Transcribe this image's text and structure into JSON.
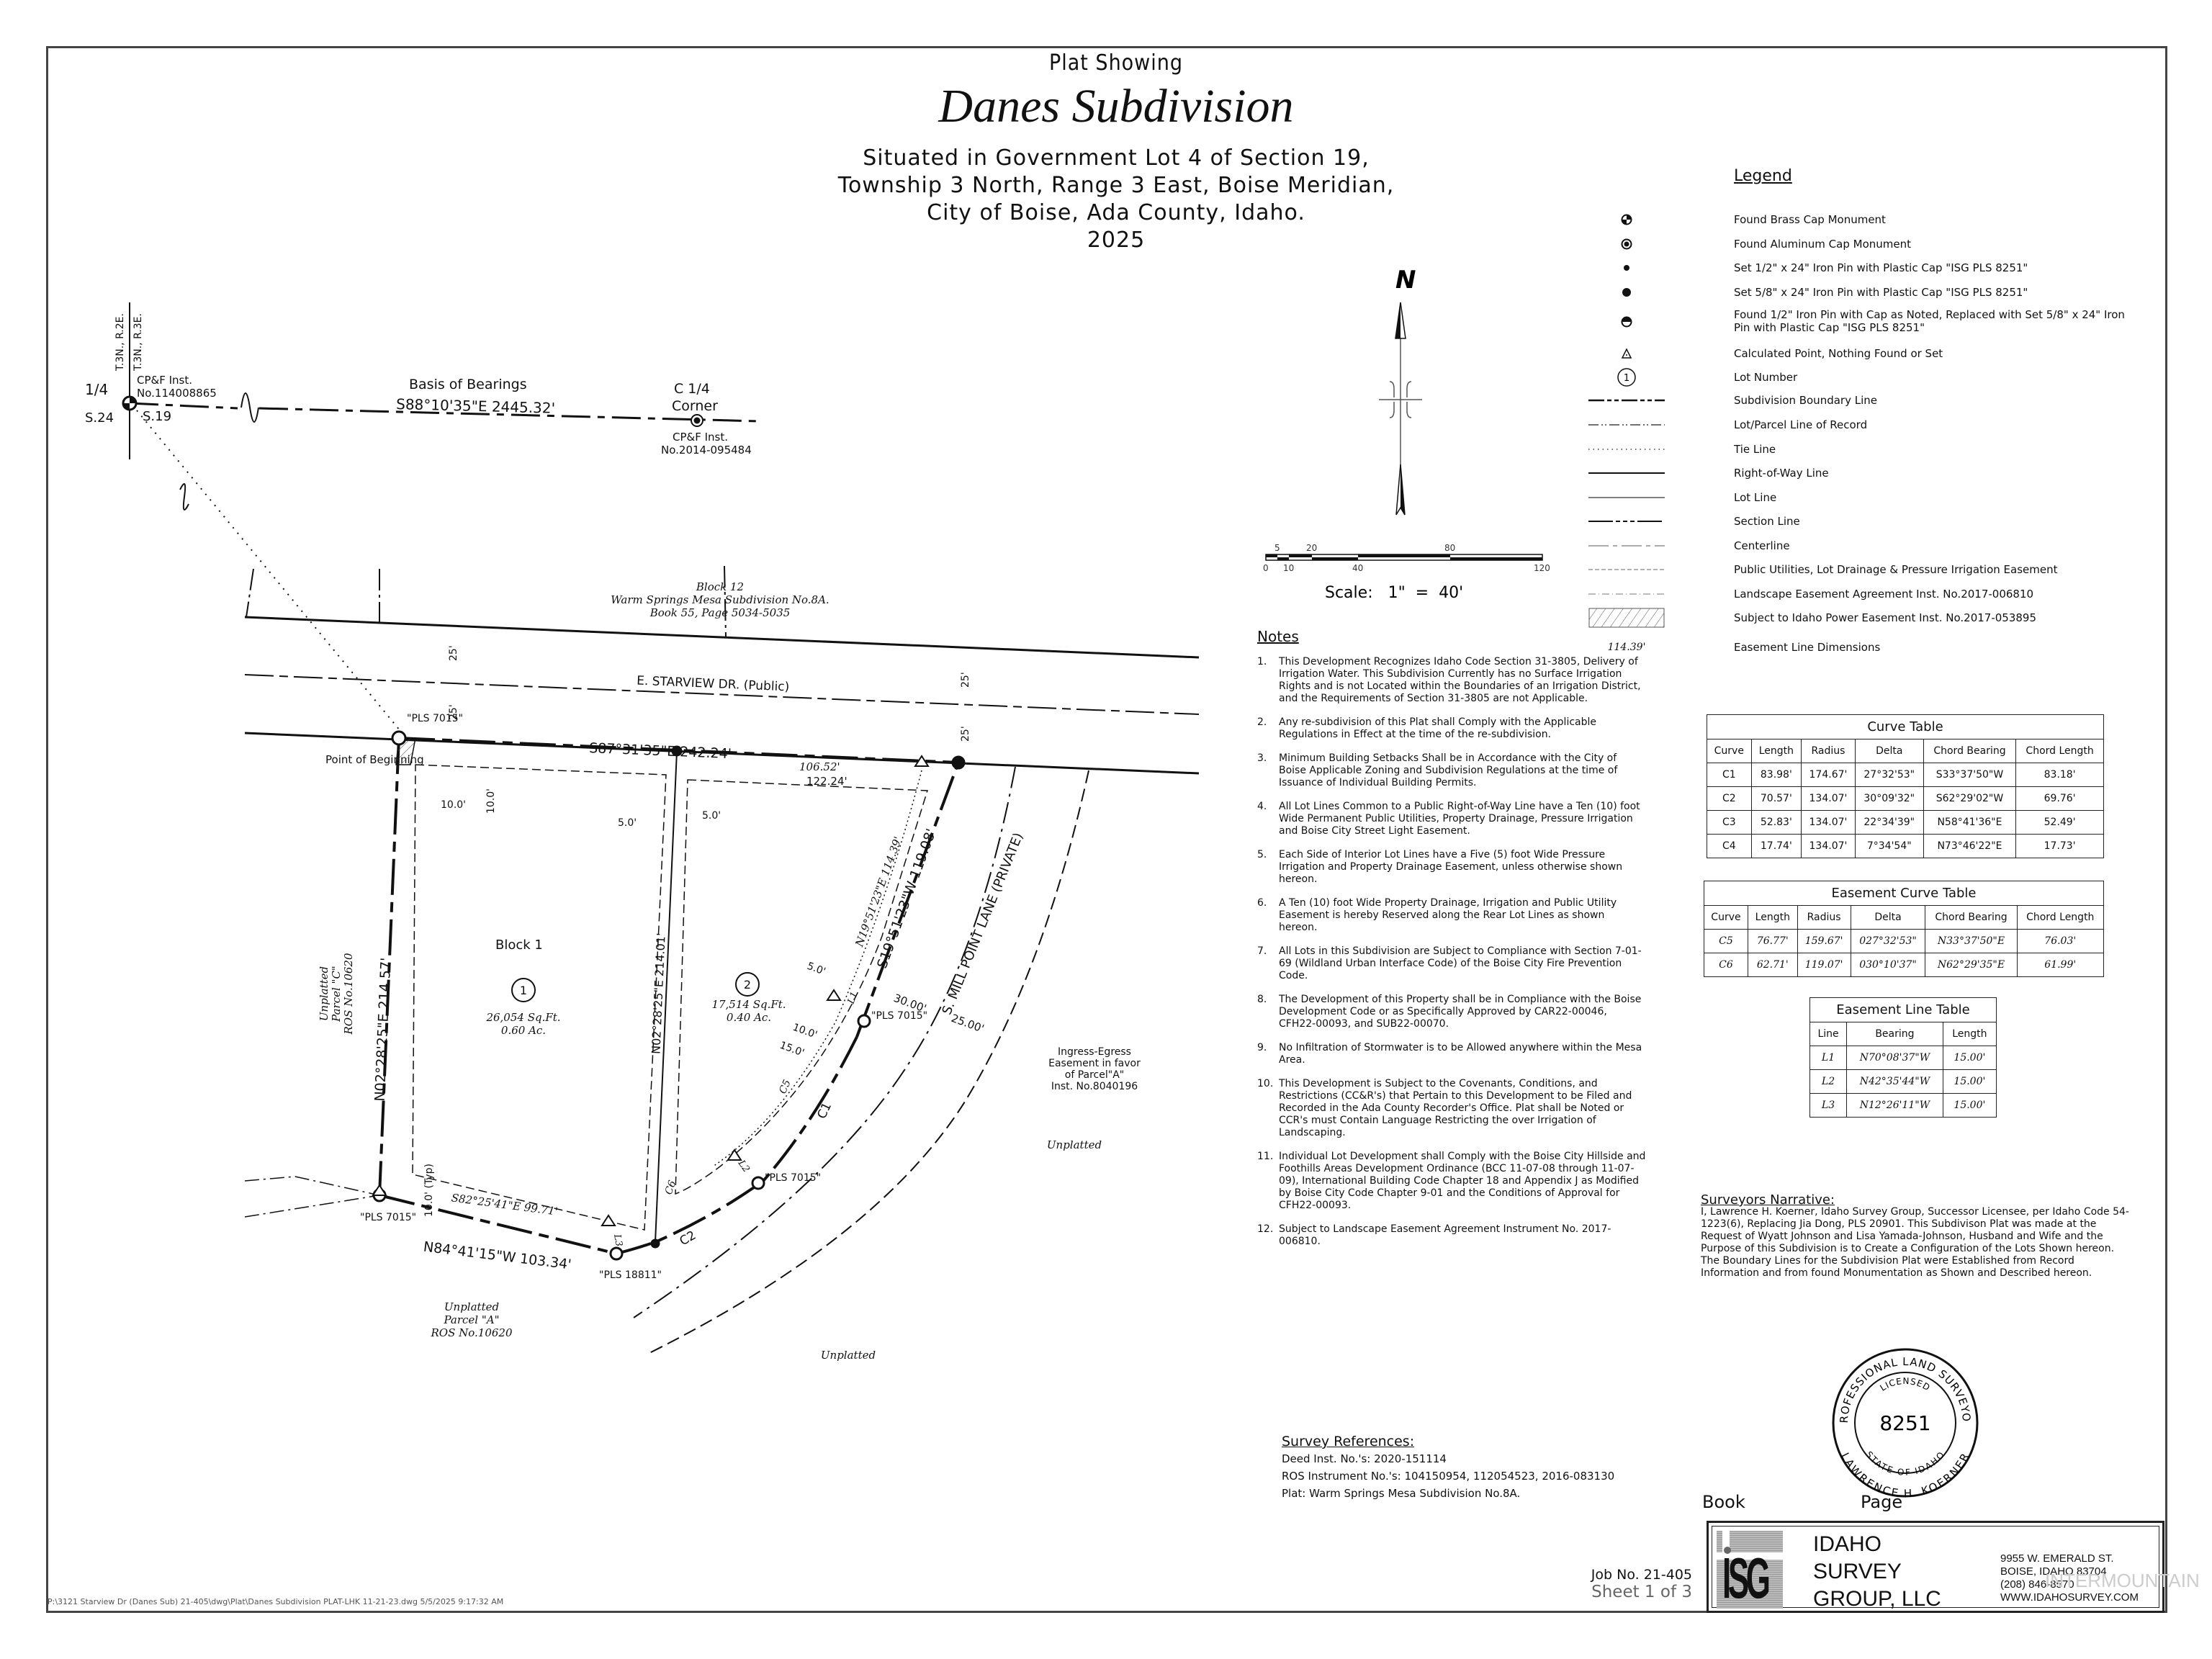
{
  "title": {
    "plat_showing": "Plat Showing",
    "subdivision_name": "Danes Subdivision",
    "situated_lines": [
      "Situated in Government Lot 4 of Section 19,",
      "Township 3 North, Range 3 East, Boise Meridian,",
      "City of Boise, Ada County, Idaho.",
      "2025"
    ]
  },
  "legend": {
    "title": "Legend",
    "items": [
      {
        "symbol": "brass-cap-monument",
        "label": "Found Brass Cap Monument"
      },
      {
        "symbol": "aluminum-cap-monument",
        "label": "Found Aluminum Cap Monument"
      },
      {
        "symbol": "set-half-inch-pin",
        "label": "Set 1/2\" x 24\" Iron Pin with Plastic Cap \"ISG PLS 8251\""
      },
      {
        "symbol": "set-five-eighths-pin",
        "label": "Set 5/8\" x 24\" Iron Pin with Plastic Cap \"ISG PLS 8251\""
      },
      {
        "symbol": "found-pin-replaced",
        "label": "Found 1/2\" Iron Pin with Cap as Noted, Replaced with Set 5/8\" x 24\" Iron Pin with Plastic Cap \"ISG PLS 8251\""
      },
      {
        "symbol": "calculated-point",
        "label": "Calculated Point, Nothing Found or Set"
      },
      {
        "symbol": "lot-number",
        "label": "Lot Number",
        "glyph": "1"
      },
      {
        "symbol": "subdivision-boundary-line",
        "label": "Subdivision Boundary Line"
      },
      {
        "symbol": "lot-parcel-line",
        "label": "Lot/Parcel Line of Record"
      },
      {
        "symbol": "tie-line",
        "label": "Tie Line"
      },
      {
        "symbol": "right-of-way-line",
        "label": "Right-of-Way Line"
      },
      {
        "symbol": "lot-line",
        "label": "Lot Line"
      },
      {
        "symbol": "section-line",
        "label": "Section Line"
      },
      {
        "symbol": "centerline",
        "label": "Centerline"
      },
      {
        "symbol": "utility-easement-line",
        "label": "Public Utilities, Lot Drainage & Pressure Irrigation Easement"
      },
      {
        "symbol": "landscape-easement-line",
        "label": "Landscape Easement Agreement Inst. No.2017-006810"
      },
      {
        "symbol": "power-easement-hatch",
        "label": "Subject to Idaho Power Easement Inst. No.2017-053895"
      },
      {
        "symbol": "easement-dimension",
        "label": "Easement Line Dimensions",
        "glyph": "114.39'"
      }
    ]
  },
  "north_arrow": {
    "label": "N"
  },
  "scale_bar": {
    "top_ticks": [
      "5",
      "20",
      "80"
    ],
    "bottom_ticks": [
      "0",
      "10",
      "40",
      "120"
    ],
    "scale_text": "Scale:   1\"  =  40'"
  },
  "notes": {
    "title": "Notes",
    "items": [
      {
        "num": "1.",
        "text": "This Development Recognizes Idaho Code Section 31-3805, Delivery of Irrigation Water. This Subdivision Currently has no Surface Irrigation Rights and is not Located within the Boundaries of an Irrigation District, and the Requirements of Section 31-3805 are not Applicable."
      },
      {
        "num": "2.",
        "text": "Any re-subdivision of this Plat shall Comply with the Applicable Regulations in Effect at the time of the re-subdivision."
      },
      {
        "num": "3.",
        "text": "Minimum Building Setbacks Shall be in Accordance with the City of Boise Applicable Zoning and Subdivision Regulations at the time of Issuance of Individual Building Permits."
      },
      {
        "num": "4.",
        "text": "All Lot Lines Common to a Public Right-of-Way Line have a Ten (10) foot Wide Permanent Public Utilities, Property Drainage, Pressure Irrigation and Boise City Street Light Easement."
      },
      {
        "num": "5.",
        "text": "Each Side of Interior Lot Lines have a Five (5) foot Wide Pressure Irrigation and Property Drainage Easement, unless otherwise shown hereon."
      },
      {
        "num": "6.",
        "text": "A Ten (10) foot Wide Property Drainage, Irrigation and Public Utility Easement is hereby Reserved along the Rear Lot Lines as shown hereon."
      },
      {
        "num": "7.",
        "text": "All Lots in this Subdivision are Subject to Compliance with Section 7-01-69 (Wildland Urban Interface Code) of the Boise City Fire Prevention Code."
      },
      {
        "num": "8.",
        "text": "The Development of this Property shall be in Compliance with the Boise Development Code or as Specifically Approved by CAR22-00046, CFH22-00093, and SUB22-00070."
      },
      {
        "num": "9.",
        "text": "No Infiltration of Stormwater is to be Allowed anywhere within the Mesa Area."
      },
      {
        "num": "10.",
        "text": "This Development is Subject to the Covenants, Conditions, and Restrictions (CC&R's) that Pertain to this Development to be Filed and Recorded in the Ada County Recorder's Office. Plat shall be Noted or CCR's must Contain Language Restricting the over Irrigation of Landscaping."
      },
      {
        "num": "11.",
        "text": "Individual Lot Development shall Comply with the Boise City Hillside and Foothills Areas Development Ordinance (BCC 11-07-08 through 11-07-09), International Building Code Chapter 18 and Appendix J as Modified by Boise City Code Chapter 9-01 and the Conditions of Approval for CFH22-00093."
      },
      {
        "num": "12.",
        "text": "Subject to Landscape Easement Agreement Instrument No. 2017-006810."
      }
    ]
  },
  "curve_table": {
    "title": "Curve Table",
    "headers": [
      "Curve",
      "Length",
      "Radius",
      "Delta",
      "Chord Bearing",
      "Chord Length"
    ],
    "rows": [
      [
        "C1",
        "83.98'",
        "174.67'",
        "27°32'53\"",
        "S33°37'50\"W",
        "83.18'"
      ],
      [
        "C2",
        "70.57'",
        "134.07'",
        "30°09'32\"",
        "S62°29'02\"W",
        "69.76'"
      ],
      [
        "C3",
        "52.83'",
        "134.07'",
        "22°34'39\"",
        "N58°41'36\"E",
        "52.49'"
      ],
      [
        "C4",
        "17.74'",
        "134.07'",
        "7°34'54\"",
        "N73°46'22\"E",
        "17.73'"
      ]
    ]
  },
  "easement_curve_table": {
    "title": "Easement Curve Table",
    "headers": [
      "Curve",
      "Length",
      "Radius",
      "Delta",
      "Chord Bearing",
      "Chord Length"
    ],
    "rows": [
      [
        "C5",
        "76.77'",
        "159.67'",
        "027°32'53\"",
        "N33°37'50\"E",
        "76.03'"
      ],
      [
        "C6",
        "62.71'",
        "119.07'",
        "030°10'37\"",
        "N62°29'35\"E",
        "61.99'"
      ]
    ]
  },
  "easement_line_table": {
    "title": "Easement Line Table",
    "headers": [
      "Line",
      "Bearing",
      "Length"
    ],
    "rows": [
      [
        "L1",
        "N70°08'37\"W",
        "15.00'"
      ],
      [
        "L2",
        "N42°35'44\"W",
        "15.00'"
      ],
      [
        "L3",
        "N12°26'11\"W",
        "15.00'"
      ]
    ]
  },
  "plat": {
    "basis_of_bearings": {
      "title": "Basis of Bearings",
      "bearing": "S88°10'35\"E 2445.32'",
      "west_corner": {
        "quarter": "1/4",
        "s24": "S.24",
        "s19": "S.19",
        "cpf1": "CP&F Inst.",
        "cpf2": "No.114008865"
      },
      "east_corner": {
        "c1": "C 1/4",
        "c2": "Corner",
        "cpf1": "CP&F Inst.",
        "cpf2": "No.2014-095484"
      },
      "township_west": "T.3N., R.2E.",
      "township_east": "T.3N., R.3E."
    },
    "block12": [
      "Block 12",
      "Warm Springs Mesa Subdivision No.8A.",
      "Book 55, Page 5034-5035"
    ],
    "street_name": "E. STARVIEW DR. (Public)",
    "private_lane": "S. MILL POINT LANE (PRIVATE)",
    "row_width": "25'",
    "north_boundary": "S87°31'35\"E 242.24'",
    "west_boundary": "N02°28'25\"E 214.57'",
    "interior_line": "N02°28'25\"E 214.01'",
    "east_boundary": "S19°51'23\"W 119.08'",
    "south_boundary": "N84°41'15\"W 103.34'",
    "easement_south": "S82°25'41\"E 99.71'",
    "easement_east": "N19°51'23\"E 114.39'",
    "dim_106": "106.52'",
    "dim_122": "122.24'",
    "dim_10": "10.0'",
    "dim_5": "5.0'",
    "dim_15": "15.0'",
    "dim_30": "30.00'",
    "dim_25": "25.00'",
    "dim_10_typ": "10.0' (Typ)",
    "point_of_beginning": "Point of Beginning",
    "pls_7015": "\"PLS 7015\"",
    "pls_18811": "\"PLS 18811\"",
    "block1": "Block 1",
    "lot1": {
      "num": "1",
      "sqft": "26,054 Sq.Ft.",
      "acres": "0.60 Ac."
    },
    "lot2": {
      "num": "2",
      "sqft": "17,514 Sq.Ft.",
      "acres": "0.40 Ac."
    },
    "parcel_c": [
      "Unplatted",
      "Parcel \"C\"",
      "ROS No.10620"
    ],
    "parcel_a": [
      "Unplatted",
      "Parcel \"A\"",
      "ROS No.10620"
    ],
    "unplatted": "Unplatted",
    "ingress": [
      "Ingress-Egress",
      "Easement in favor",
      "of Parcel\"A\"",
      "Inst. No.8040196"
    ],
    "curve_labels": {
      "c1": "C1",
      "c2": "C2",
      "c5": "C5",
      "c6": "C6",
      "l1": "L1",
      "l2": "L2",
      "l3": "L3"
    }
  },
  "survey_references": {
    "title": "Survey References:",
    "lines": [
      "Deed Inst. No.'s:  2020-151114",
      "ROS Instrument No.'s:  104150954, 112054523, 2016-083130",
      "Plat:  Warm Springs Mesa Subdivision No.8A."
    ]
  },
  "surveyors_narrative": {
    "title": "Surveyors Narrative:",
    "text": "I, Lawrence H. Koerner, Idaho Survey Group, Successor Licensee, per Idaho Code 54-1223(6), Replacing Jia Dong, PLS 20901. This Subdivison Plat was made at the Request of Wyatt Johnson and Lisa Yamada-Johnson, Husband and Wife and the Purpose of this Subdivision is to Create a Configuration of the Lots Shown hereon. The Boundary Lines for the Subdivision Plat were Established from Record Information and from found Monumentation as Shown and Described hereon."
  },
  "seal": {
    "outer_top": "PROFESSIONAL LAND SURVEYOR",
    "outer_bottom": "LAWRENCE H. KOERNER",
    "inner_top": "LICENSED",
    "inner_bottom": "STATE OF IDAHO",
    "number": "8251"
  },
  "recording": {
    "book": "Book",
    "page": "Page"
  },
  "company": {
    "logo": "ISG",
    "name_lines": [
      "IDAHO",
      "SURVEY",
      "GROUP, LLC"
    ],
    "address_lines": [
      "9955 W. EMERALD ST.",
      "BOISE, IDAHO 83704",
      "(208) 846-8570",
      "WWW.IDAHOSURVEY.COM"
    ]
  },
  "job": {
    "number": "Job No. 21-405",
    "sheet": "Sheet 1 of 3"
  },
  "file_path": "P:\\3121 Starview Dr (Danes Sub) 21-405\\dwg\\Plat\\Danes Subdivision PLAT-LHK 11-21-23.dwg   5/5/2025 9:17:32 AM",
  "watermark": "INTERMOUNTAIN"
}
